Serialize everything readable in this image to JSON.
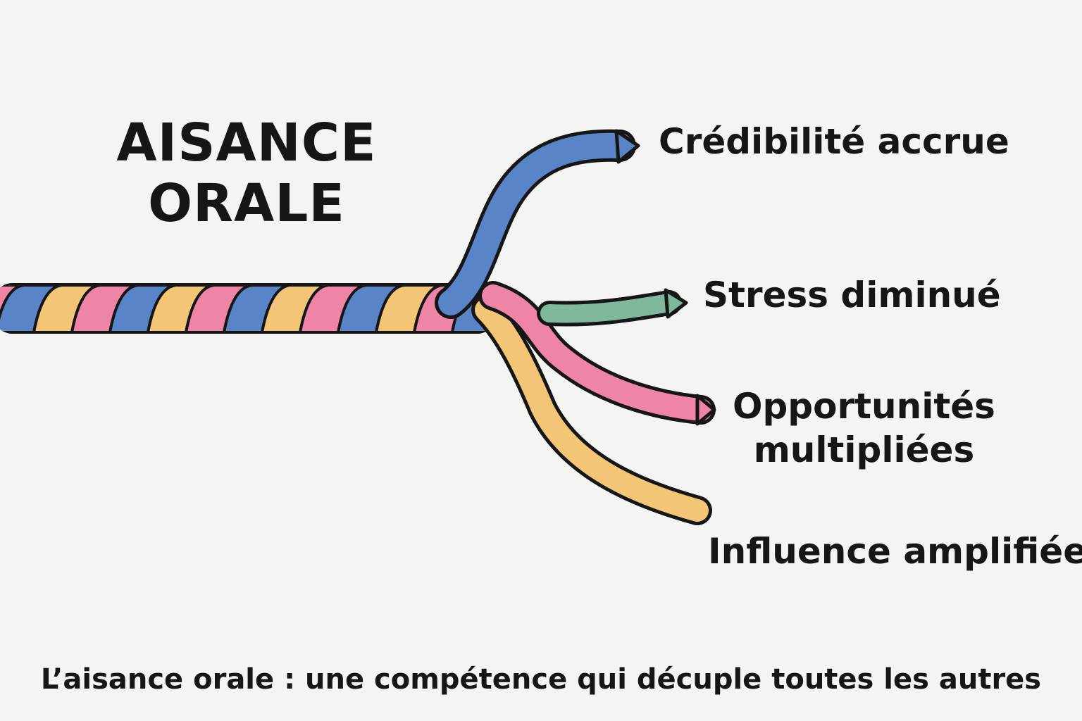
{
  "title": {
    "line1": "AISANCE",
    "line2": "ORALE"
  },
  "branches": [
    {
      "key": "credibilite",
      "label_lines": [
        "Crédibilité accrue"
      ],
      "color": "#5a84c8"
    },
    {
      "key": "stress",
      "label_lines": [
        "Stress diminué"
      ],
      "color": "#7fb89c"
    },
    {
      "key": "opportunites",
      "label_lines": [
        "Opportunités",
        "multipliées"
      ],
      "color": "#ee85a6"
    },
    {
      "key": "influence",
      "label_lines": [
        "Influence amplifiée"
      ],
      "color": "#f3c576"
    }
  ],
  "rope_colors": [
    "#ee85a6",
    "#5a84c8",
    "#f3c576"
  ],
  "caption": "L’aisance orale : une compétence qui décuple toutes les autres",
  "colors": {
    "outline": "#161616",
    "background": "#f4f4f2"
  }
}
